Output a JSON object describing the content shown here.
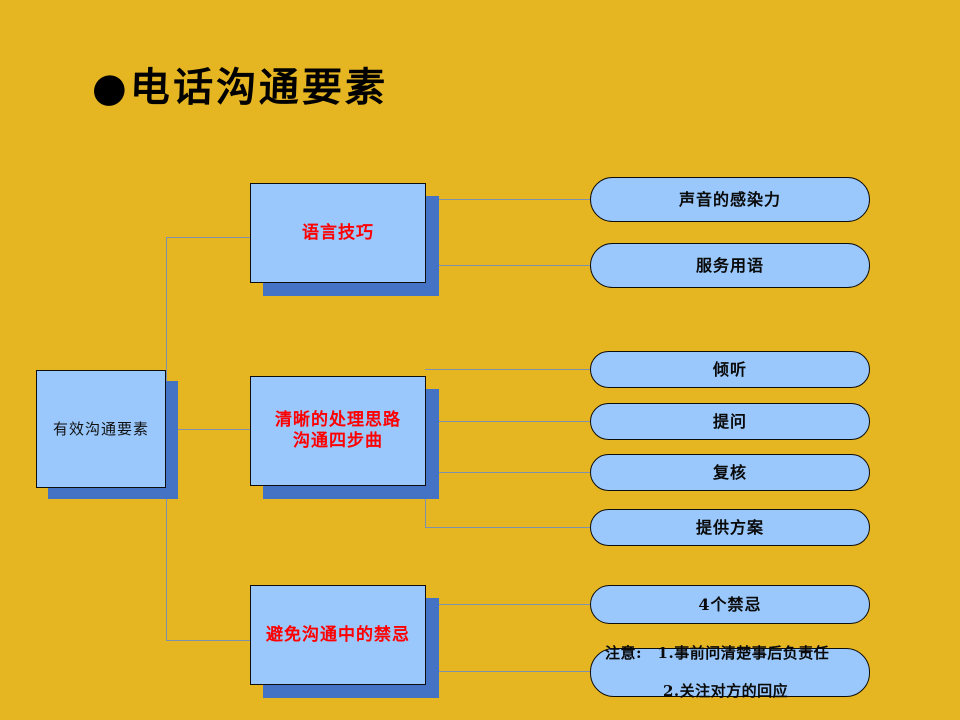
{
  "slide": {
    "background_color": "#E5B522",
    "node_fill": "#9AC8FC",
    "node_shadow": "#4472C4",
    "mid_text_color": "#FF0000",
    "connector_color": "#7E93AB",
    "title": "●电话沟通要素"
  },
  "diagram": {
    "root": {
      "label": "有效沟通要素"
    },
    "branches": [
      {
        "label": "语言技巧",
        "leaves": [
          {
            "label": "声音的感染力"
          },
          {
            "label": "服务用语"
          }
        ]
      },
      {
        "label": "清晰的处理思路\n沟通四步曲",
        "leaves": [
          {
            "label": "倾听"
          },
          {
            "label": "提问"
          },
          {
            "label": "复核"
          },
          {
            "label": "提供方案"
          }
        ]
      },
      {
        "label": "避免沟通中的禁忌",
        "leaves": [
          {
            "label": "4个禁忌"
          },
          {
            "label": "注意:　1.事前问清楚事后负责任\n2.关注对方的回应",
            "note_prefix": "注意:",
            "note_line1": "注意:　1.事前问清楚事后负责任",
            "note_line2": "2.关注对方的回应"
          }
        ]
      }
    ]
  }
}
